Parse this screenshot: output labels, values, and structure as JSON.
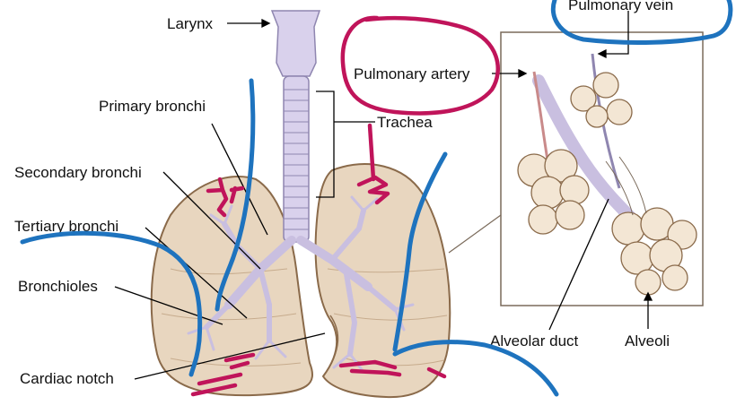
{
  "labels": {
    "larynx": "Larynx",
    "pulmonary_artery": "Pulmonary artery",
    "pulmonary_vein": "Pulmonary vein",
    "primary_bronchi": "Primary bronchi",
    "trachea": "Trachea",
    "secondary_bronchi": "Secondary bronchi",
    "tertiary_bronchi": "Tertiary bronchi",
    "bronchioles": "Bronchioles",
    "cardiac_notch": "Cardiac notch",
    "alveolar_duct": "Alveolar duct",
    "alveoli": "Alveoli"
  },
  "colors": {
    "lung_fill": "#e8d6bf",
    "lung_stroke": "#8a6a4a",
    "airway": "#c9bfe0",
    "annotation_blue": "#1e73be",
    "annotation_magenta": "#c0145a",
    "leader_line": "#000000"
  }
}
